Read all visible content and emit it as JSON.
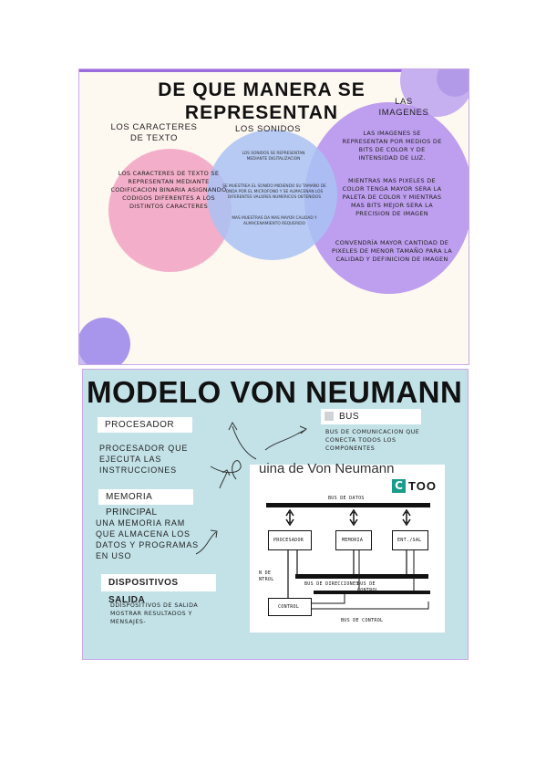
{
  "slide1": {
    "title": "DE QUE MANERA SE REPRESENTAN",
    "caracteres": {
      "heading": "LOS CARACTERES DE TEXTO",
      "body": "LOS CARACTERES DE TEXTO SE REPRESENTAN MEDIANTE CODIFICACION BINARIA ASIGNANDO CODIGOS DIFERENTES A LOS DISTINTOS CARACTERES"
    },
    "sonidos": {
      "heading": "LOS SONIDOS",
      "para1": "LOS SONIDOS SE REPRESENTAN MEDIANTE DIGITALIZACION",
      "para2": "SE MUESTREA EL SONIDO MIDIENDO SU TAMAÑO DE ONDA POR EL MICROFONO Y SE ALMACENAN LOS DIFERENTES VALORES NUMERICOS OBTENIDOS",
      "para3": "MAS MUESTRAS DA MAS MAYOR CALIDAD Y ALMACENAMIENTO REQUERIDO"
    },
    "imagenes": {
      "heading": "LAS IMAGENES",
      "para1": "LAS IMAGENES SE REPRESENTAN POR MEDIOS DE BITS DE COLOR Y DE INTENSIDAD DE LUZ.",
      "para2": "MIENTRAS MAS PIXELES DE COLOR TENGA MAYOR SERA LA PALETA DE COLOR Y MIENTRAS MAS BITS MEJOR SERA LA PRECISION DE IMAGEN",
      "para3": "CONVENDRÍA MAYOR CANTIDAD DE PIXELES DE MENOR TAMAÑO PARA LA CALIDAD Y DEFINICION DE IMAGEN"
    }
  },
  "slide2": {
    "title": "MODELO VON NEUMANN",
    "procesador": {
      "label": "PROCESADOR",
      "desc": "PROCESADOR QUE EJECUTA LAS INSTRUCCIONES"
    },
    "memoria": {
      "label": "Memoria principal",
      "desc": "UNA MEMORIA RAM QUE ALMACENA LOS DATOS Y PROGRAMAS EN USO"
    },
    "dispositivos": {
      "label": "DISPOSITIVOS SALIDA",
      "desc": "DDISPOSITIVOS DE SALIDA MOSTRAR RESULTADOS Y MENSAJES-"
    },
    "bus": {
      "label": "BUS",
      "desc": "BUS DE COMUNICACION QUE CONECTA TODOS LOS COMPONENTES"
    },
    "diagram": {
      "partial_title": "uina de Von Neumann",
      "logo_text": "TOO",
      "logo_mark": "C",
      "bus_datos": "BUS DE DATOS",
      "procesador": "PROCESADOR",
      "memoria": "MEMORIA",
      "ent_sal": "ENT./SAL",
      "senal_control": "N DE NTROL",
      "bus_direcciones": "BUS DE DIRECCIONES",
      "bus_de_control": "BUS DE CONTROL",
      "control": "CONTROL",
      "bus_control": "BUS DE CONTROL"
    }
  }
}
